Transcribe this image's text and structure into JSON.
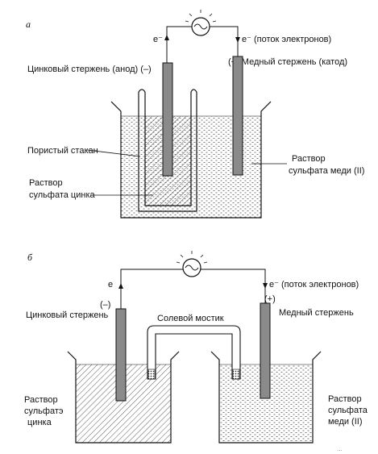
{
  "panel_a": {
    "letter": "а",
    "electron_left": "e⁻",
    "electron_right": "e⁻ (поток электронов)",
    "anode_label": "Цинковый стержень (анод) (–)",
    "cathode_label": "(+) Медный стержень (катод)",
    "porous_cup_label": "Пористый стакан",
    "zinc_solution_label": [
      "Раствор",
      "сульфата цинка"
    ],
    "copper_solution_label": [
      "Раствор",
      "сульфата меди (II)"
    ]
  },
  "panel_b": {
    "letter": "б",
    "electron_left": "e",
    "electron_right": "e⁻ (поток электронов)",
    "zinc_rod_label": "Цинковый стержень",
    "minus_sign": "(–)",
    "plus_sign": "(+)",
    "copper_rod_label": "Медный стержень",
    "salt_bridge_label": "Солевой мостик",
    "zinc_solution_label": [
      "Раствор",
      "сульфатэ",
      "цинка"
    ],
    "copper_solution_label": [
      "Раствор",
      "сульфата",
      "меди (II)"
    ]
  },
  "footer_fragment": "...",
  "colors": {
    "ink": "#111111",
    "rod": "#8a8a8a",
    "background": "#ffffff"
  }
}
